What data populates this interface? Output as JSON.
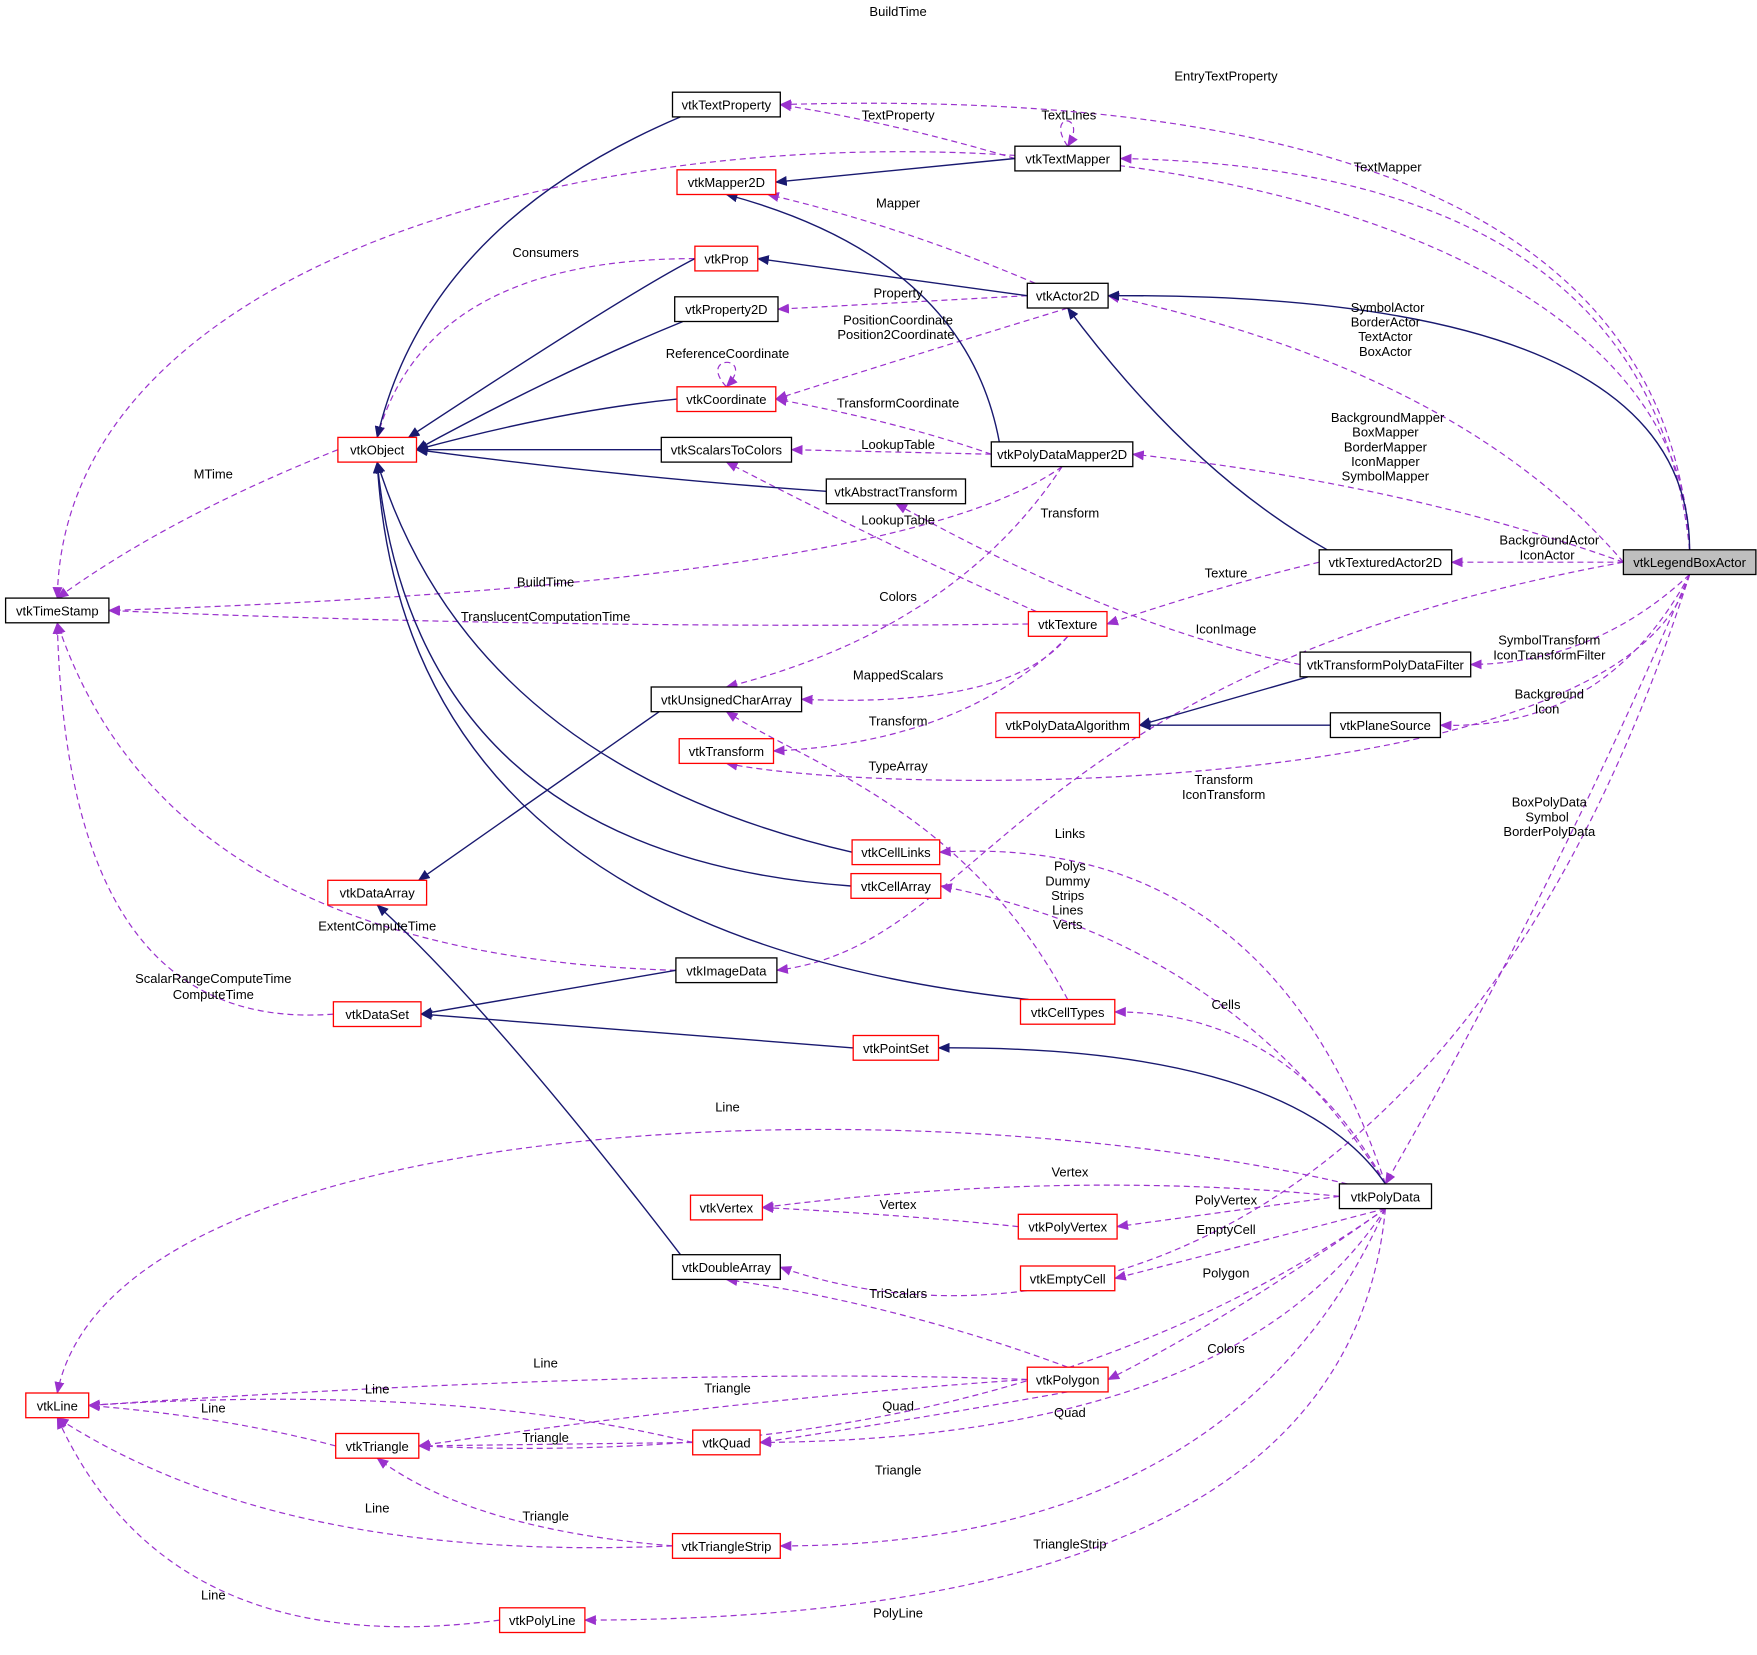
{
  "nodes": {
    "vtkLegendBoxActor": "vtkLegendBoxActor",
    "vtkTextProperty": "vtkTextProperty",
    "vtkTextMapper": "vtkTextMapper",
    "vtkMapper2D": "vtkMapper2D",
    "vtkProp": "vtkProp",
    "vtkActor2D": "vtkActor2D",
    "vtkProperty2D": "vtkProperty2D",
    "vtkCoordinate": "vtkCoordinate",
    "vtkObject": "vtkObject",
    "vtkScalarsToColors": "vtkScalarsToColors",
    "vtkPolyDataMapper2D": "vtkPolyDataMapper2D",
    "vtkAbstractTransform": "vtkAbstractTransform",
    "vtkTimeStamp": "vtkTimeStamp",
    "vtkTexturedActor2D": "vtkTexturedActor2D",
    "vtkTexture": "vtkTexture",
    "vtkUnsignedCharArray": "vtkUnsignedCharArray",
    "vtkTransformPolyDataFilter": "vtkTransformPolyDataFilter",
    "vtkPolyDataAlgorithm": "vtkPolyDataAlgorithm",
    "vtkPlaneSource": "vtkPlaneSource",
    "vtkTransform": "vtkTransform",
    "vtkCellLinks": "vtkCellLinks",
    "vtkDataArray": "vtkDataArray",
    "vtkCellArray": "vtkCellArray",
    "vtkImageData": "vtkImageData",
    "vtkDataSet": "vtkDataSet",
    "vtkCellTypes": "vtkCellTypes",
    "vtkPointSet": "vtkPointSet",
    "vtkPolyData": "vtkPolyData",
    "vtkVertex": "vtkVertex",
    "vtkPolyVertex": "vtkPolyVertex",
    "vtkDoubleArray": "vtkDoubleArray",
    "vtkEmptyCell": "vtkEmptyCell",
    "vtkLine": "vtkLine",
    "vtkPolygon": "vtkPolygon",
    "vtkTriangle": "vtkTriangle",
    "vtkQuad": "vtkQuad",
    "vtkTriangleStrip": "vtkTriangleStrip",
    "vtkPolyLine": "vtkPolyLine"
  },
  "edge_labels": {
    "build_time_top": "BuildTime",
    "entry_text_property": "EntryTextProperty",
    "text_property": "TextProperty",
    "text_lines": "TextLines",
    "text_mapper": "TextMapper",
    "mapper": "Mapper",
    "consumers": "Consumers",
    "property": "Property",
    "position_coordinate": "PositionCoordinate",
    "position2_coordinate": "Position2Coordinate",
    "reference_coordinate": "ReferenceCoordinate",
    "transform_coordinate": "TransformCoordinate",
    "actors_1": "SymbolActor",
    "actors_2": "BorderActor",
    "actors_3": "TextActor",
    "actors_4": "BoxActor",
    "mappers_1": "BackgroundMapper",
    "mappers_2": "BoxMapper",
    "mappers_3": "BorderMapper",
    "mappers_4": "IconMapper",
    "mappers_5": "SymbolMapper",
    "lookup_table_1": "LookupTable",
    "mtime": "MTime",
    "lookup_table_2": "LookupTable",
    "transform_abstract": "Transform",
    "background_actor_1": "BackgroundActor",
    "background_actor_2": "IconActor",
    "build_time_mid": "BuildTime",
    "texture": "Texture",
    "colors_mid": "Colors",
    "translucent": "TranslucentComputationTime",
    "icon_image": "IconImage",
    "symbol_transform_1": "SymbolTransform",
    "symbol_transform_2": "IconTransformFilter",
    "mapped_scalars": "MappedScalars",
    "background_icon_1": "Background",
    "background_icon_2": "Icon",
    "transform_small": "Transform",
    "type_array": "TypeArray",
    "transform_icon_1": "Transform",
    "transform_icon_2": "IconTransform",
    "box_poly_1": "BoxPolyData",
    "box_poly_2": "Symbol",
    "box_poly_3": "BorderPolyData",
    "links": "Links",
    "polys_1": "Polys",
    "polys_2": "Dummy",
    "polys_3": "Strips",
    "polys_4": "Lines",
    "polys_5": "Verts",
    "extent_compute_time": "ExtentComputeTime",
    "scalar_range_1": "ScalarRangeComputeTime",
    "scalar_range_2": "ComputeTime",
    "cells": "Cells",
    "line_top": "Line",
    "vertex_1": "Vertex",
    "vertex_2": "Vertex",
    "poly_vertex": "PolyVertex",
    "empty_cell": "EmptyCell",
    "polygon": "Polygon",
    "tri_scalars": "TriScalars",
    "colors_bottom": "Colors",
    "line_polygon": "Line",
    "triangle_polygon": "Triangle",
    "line_quad": "Line",
    "line_triangle": "Line",
    "quad": "Quad",
    "quad_polydata": "Quad",
    "triangle_quad": "Triangle",
    "triangle_polydata": "Triangle",
    "line_strip": "Line",
    "triangle_strip_tri": "Triangle",
    "triangle_strip": "TriangleStrip",
    "line_polyline": "Line",
    "poly_line": "PolyLine"
  },
  "colors": {
    "inheritance_edge": "#191970",
    "usage_edge": "#9a32cd",
    "documented_border": "#000000",
    "undocumented_border": "#ff0000",
    "current_fill": "#bfbfbf"
  }
}
